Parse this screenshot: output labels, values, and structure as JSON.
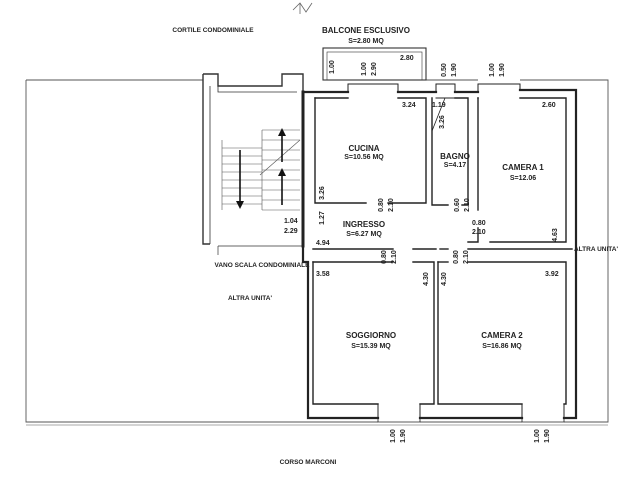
{
  "context": {
    "courtyard": "CORTILE CONDOMINIALE",
    "balcony_title": "BALCONE ESCLUSIVO",
    "balcony_area": "S=2.80 MQ",
    "stair_hall": "VANO SCALA CONDOMINIALE",
    "other_unit_left": "ALTRA UNITA'",
    "other_unit_right": "ALTRA UNITA'",
    "street": "CORSO MARCONI"
  },
  "rooms": {
    "kitchen": {
      "name": "CUCINA",
      "area": "S=10.56 MQ"
    },
    "bath": {
      "name": "BAGNO",
      "area": "S=4.17"
    },
    "bedroom1": {
      "name": "CAMERA 1",
      "area": "S=12.06"
    },
    "entrance": {
      "name": "INGRESSO",
      "area": "S=6.27 MQ"
    },
    "living": {
      "name": "SOGGIORNO",
      "area": "S=15.39 MQ"
    },
    "bedroom2": {
      "name": "CAMERA 2",
      "area": "S=16.86 MQ"
    }
  },
  "dims": {
    "balc_h": "1.00",
    "balc_w": "2.80",
    "kit_win_w": "1.00",
    "kit_win_h": "2.90",
    "bath_win_w": "0.50",
    "bath_win_h": "1.90",
    "cam1_win_w": "1.00",
    "cam1_win_h": "1.90",
    "kit_width": "3.24",
    "kit_depth": "3.26",
    "bath_width": "1.19",
    "bath_depth": "3.26",
    "cam1_width": "2.60",
    "cam1_depth": "4.63",
    "kit_door_w": "0.80",
    "kit_door_h": "2.10",
    "bath_door_w": "0.60",
    "bath_door_h": "2.10",
    "cam1_door_w": "0.80",
    "cam1_door_h": "2.10",
    "ingr_depth": "1.27",
    "ingr_door_w": "1.04",
    "ingr_door_h": "2.29",
    "ingr_width": "4.94",
    "sogg_door_w": "0.80",
    "sogg_door_h": "2.10",
    "cam2_door_w": "0.80",
    "cam2_door_h": "2.10",
    "sogg_width": "3.58",
    "sogg_depth": "4.30",
    "cam2_depth": "4.30",
    "cam2_width": "3.92",
    "sogg_win_w": "1.00",
    "sogg_win_h": "1.90",
    "cam2_win_w": "1.00",
    "cam2_win_h": "1.90"
  }
}
